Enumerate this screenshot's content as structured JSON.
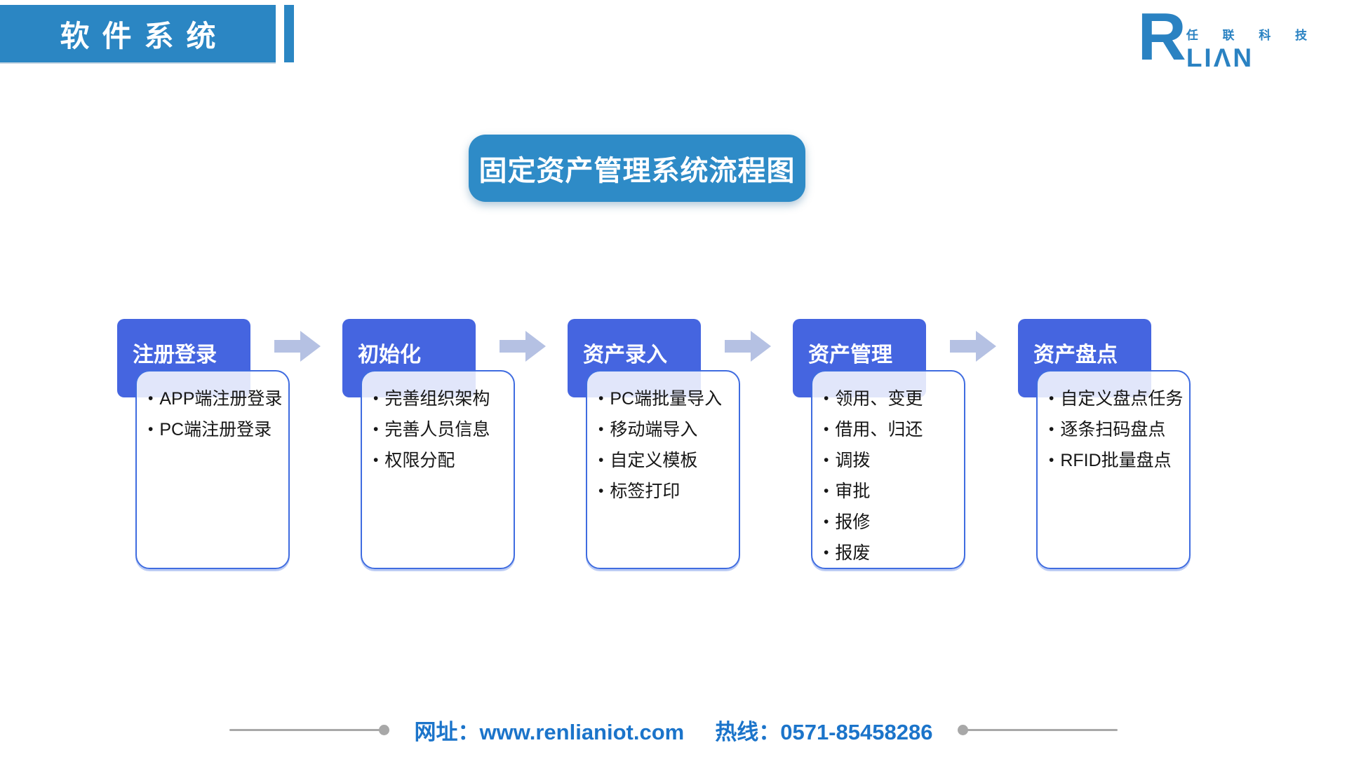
{
  "header": {
    "title": "软件系统"
  },
  "logo": {
    "r": "R",
    "cn": "任 联 科 技",
    "en": "LIΛN"
  },
  "banner": {
    "title": "固定资产管理系统流程图"
  },
  "flow": {
    "steps": [
      {
        "label": "注册登录",
        "items": [
          "APP端注册登录",
          "PC端注册登录"
        ]
      },
      {
        "label": "初始化",
        "items": [
          "完善组织架构",
          "完善人员信息",
          "权限分配"
        ]
      },
      {
        "label": "资产录入",
        "items": [
          "PC端批量导入",
          "移动端导入",
          "自定义模板",
          "标签打印"
        ]
      },
      {
        "label": "资产管理",
        "items": [
          "领用、变更",
          "借用、归还",
          "调拨",
          "审批",
          "报修",
          "报废"
        ]
      },
      {
        "label": "资产盘点",
        "items": [
          "自定义盘点任务",
          "逐条扫码盘点",
          "RFID批量盘点"
        ]
      }
    ]
  },
  "footer": {
    "website": "网址：www.renlianiot.com",
    "hotline": "热线：0571-85458286"
  },
  "colors": {
    "topbar": "#2b86c3",
    "banner": "#2e8bc7",
    "step": "#4565e0",
    "card_border": "#3f6ce0",
    "arrow": "#b5c1e3",
    "footer_blue": "#1b74ca",
    "logo_blue": "#2a82c2"
  }
}
